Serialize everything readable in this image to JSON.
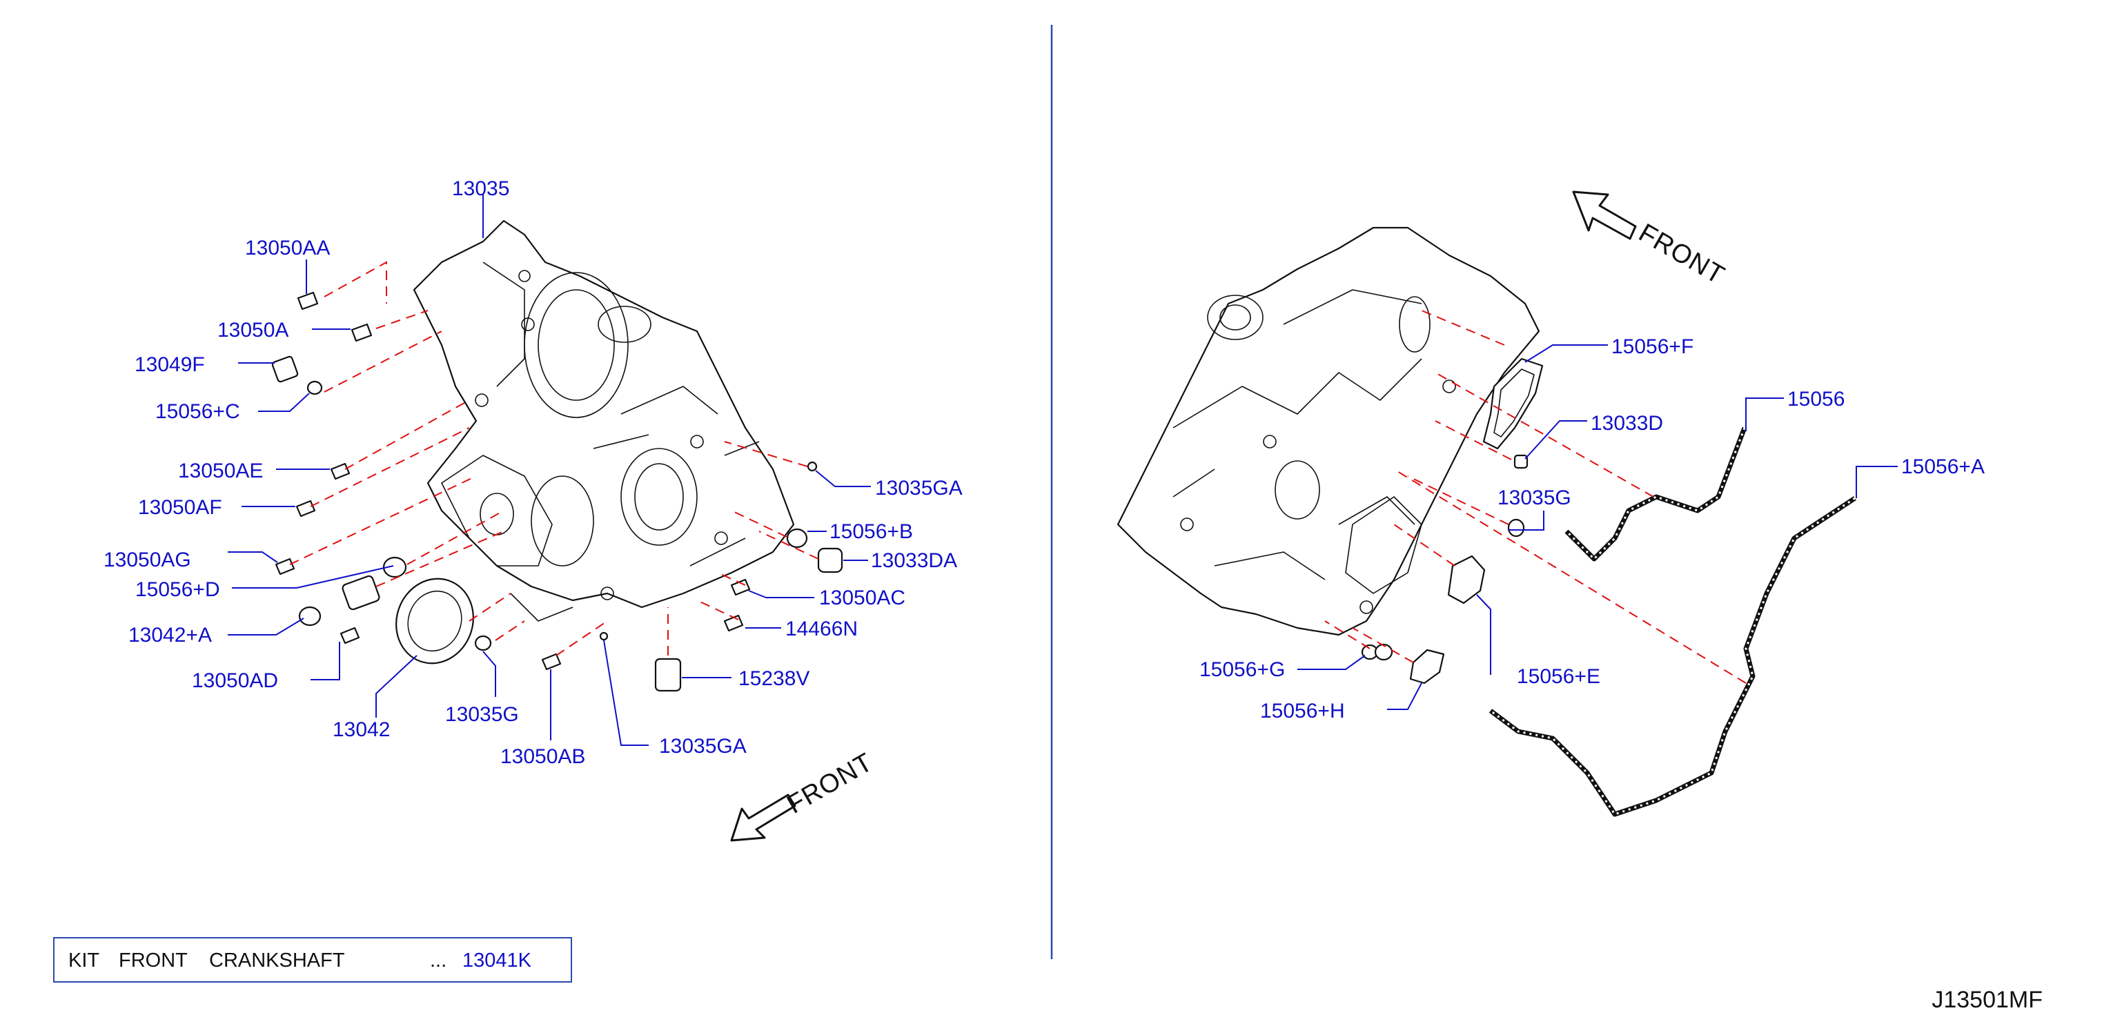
{
  "left_view": {
    "labels": [
      "13035",
      "13050AA",
      "13050A",
      "13049F",
      "15056+C",
      "13050AE",
      "13050AF",
      "13050AG",
      "15056+D",
      "13042+A",
      "13050AD",
      "13042",
      "13035G",
      "13050AB",
      "13035GA",
      "15238V",
      "14466N",
      "13050AC",
      "13033DA",
      "15056+B",
      "13035GA"
    ],
    "front_label": "FRONT"
  },
  "right_view": {
    "labels": [
      "15056+F",
      "15056",
      "13033D",
      "15056+A",
      "13035G",
      "15056+G",
      "15056+E",
      "15056+H"
    ],
    "front_label": "FRONT"
  },
  "kit": {
    "line1": "KIT",
    "line2": "FRONT",
    "line3": "CRANKSHAFT",
    "dots": "...",
    "part_no": "13041K"
  },
  "diagram_ref": "J13501MF",
  "colors": {
    "label": "#1010c8",
    "leader": "#1010c8",
    "dashed": "#e01010",
    "divider": "#2a4ab0"
  }
}
